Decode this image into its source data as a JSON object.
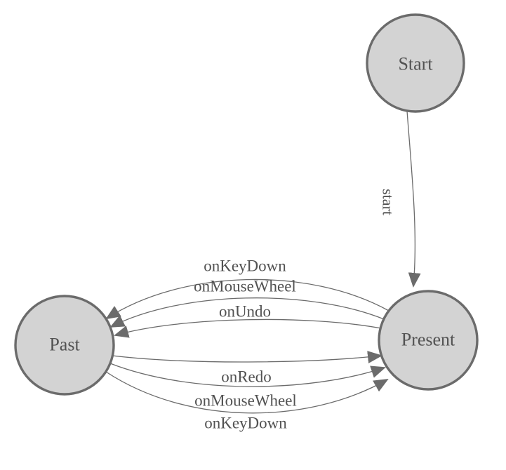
{
  "diagram": {
    "type": "state-machine-graph",
    "colors": {
      "background": "#ffffff",
      "node_fill": "#d3d3d3",
      "node_border": "#6b6b6b",
      "edge": "#6b6b6b",
      "arrow": "#6b6b6b",
      "text": "#525252"
    },
    "nodes": [
      {
        "id": "start",
        "label": "Start"
      },
      {
        "id": "present",
        "label": "Present"
      },
      {
        "id": "past",
        "label": "Past"
      }
    ],
    "edges": [
      {
        "from": "start",
        "to": "present",
        "label": "start"
      },
      {
        "from": "present",
        "to": "past",
        "label": "onKeyDown"
      },
      {
        "from": "present",
        "to": "past",
        "label": "onMouseWheel"
      },
      {
        "from": "present",
        "to": "past",
        "label": "onUndo"
      },
      {
        "from": "past",
        "to": "present",
        "label": "onRedo"
      },
      {
        "from": "past",
        "to": "present",
        "label": "onMouseWheel"
      },
      {
        "from": "past",
        "to": "present",
        "label": "onKeyDown"
      }
    ]
  }
}
